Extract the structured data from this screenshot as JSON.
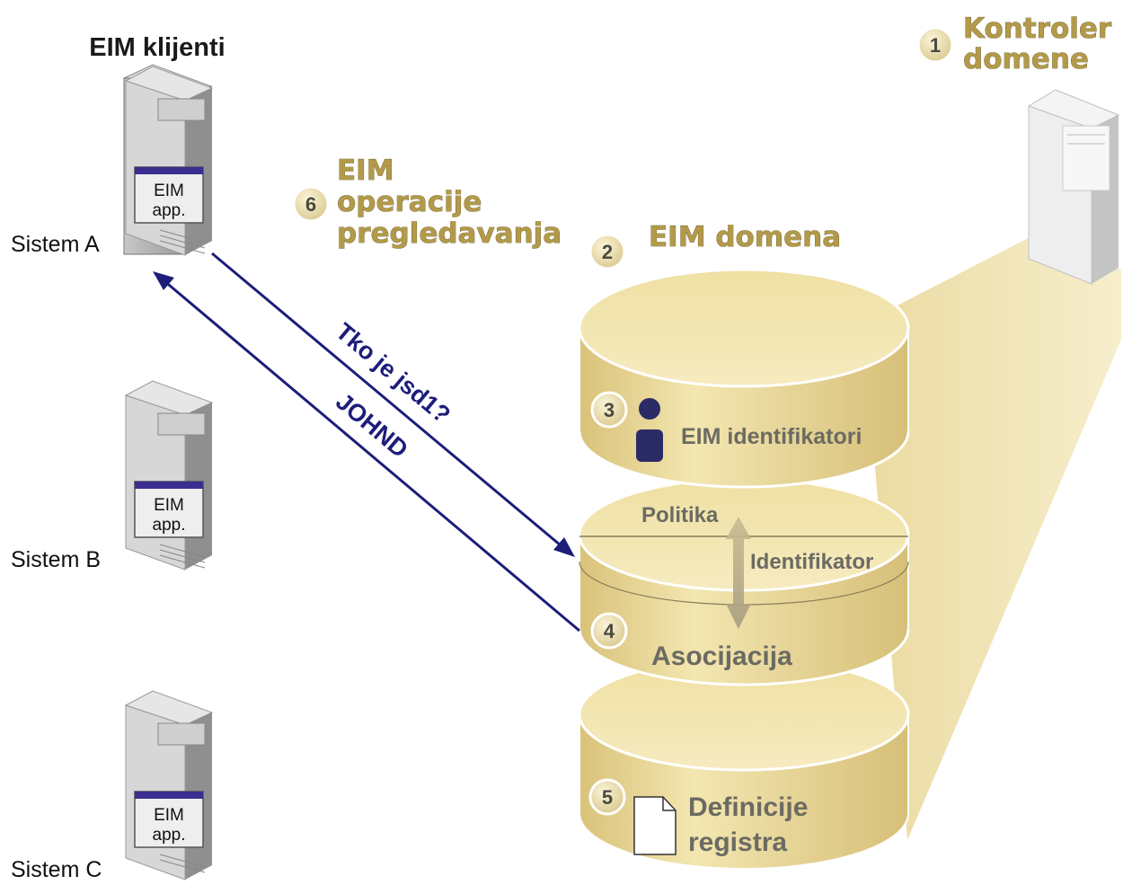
{
  "clients_title": "EIM klijenti",
  "systems": [
    {
      "label": "Sistem A",
      "app_line1": "EIM",
      "app_line2": "app."
    },
    {
      "label": "Sistem B",
      "app_line1": "EIM",
      "app_line2": "app."
    },
    {
      "label": "Sistem C",
      "app_line1": "EIM",
      "app_line2": "app."
    }
  ],
  "domain_controller": {
    "number": "1",
    "line1": "Kontroler",
    "line2": "domene"
  },
  "eim_domain": {
    "number": "2",
    "label": "EIM domena"
  },
  "eim_identifiers": {
    "number": "3",
    "label": "EIM identifikatori"
  },
  "policy_layer": {
    "number": "4",
    "policy": "Politika",
    "identifier": "Identifikator",
    "association": "Asocijacija"
  },
  "registry_definitions": {
    "number": "5",
    "line1": "Definicije",
    "line2": "registra"
  },
  "lookup_operations": {
    "number": "6",
    "line1": "EIM",
    "line2": "operacije",
    "line3": "pregledavanja"
  },
  "request_text": "Tko je jsd1?",
  "response_text": "JOHND",
  "colors": {
    "cylinder_fill": "#f1e2a4",
    "cylinder_side": "#e6d18a",
    "beam_fill": "#efe2ac",
    "arrow_navy": "#1d1d7a",
    "gold_text": "#b29a4a",
    "identity_icon": "#2b2b66"
  },
  "icons": [
    "server-icon",
    "user-identity-icon",
    "document-icon",
    "double-arrow-icon"
  ]
}
